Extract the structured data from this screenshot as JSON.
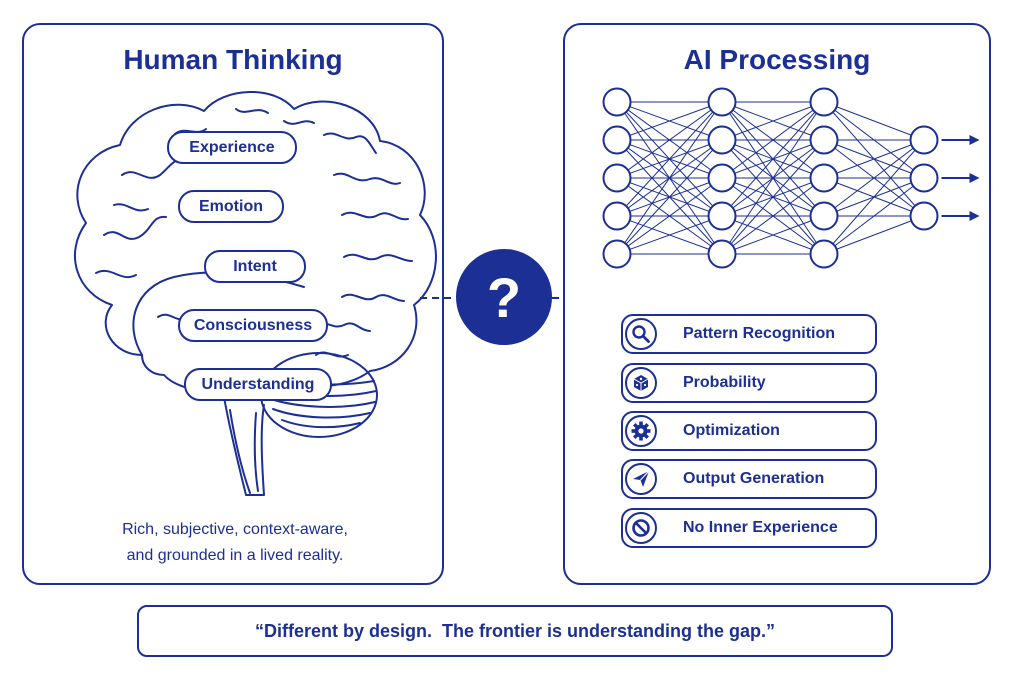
{
  "colors": {
    "primary": "#1c2f94",
    "background": "#ffffff"
  },
  "left": {
    "title": "Human Thinking",
    "brain_labels": [
      "Experience",
      "Emotion",
      "Intent",
      "Consciousness",
      "Understanding"
    ],
    "caption_line1": "Rich, subjective, context-aware,",
    "caption_line2": "and grounded in a lived reality."
  },
  "center": {
    "symbol": "?"
  },
  "right": {
    "title": "AI Processing",
    "network_layers": [
      5,
      5,
      5,
      3
    ],
    "items": [
      {
        "label": "Pattern Recognition",
        "icon": "search-icon"
      },
      {
        "label": "Probability",
        "icon": "dice-icon"
      },
      {
        "label": "Optimization",
        "icon": "gear-icon"
      },
      {
        "label": "Output Generation",
        "icon": "send-icon"
      },
      {
        "label": "No Inner Experience",
        "icon": "prohibited-icon"
      }
    ]
  },
  "footer": {
    "quote": "“Different by design.  The frontier is understanding the gap.”"
  }
}
